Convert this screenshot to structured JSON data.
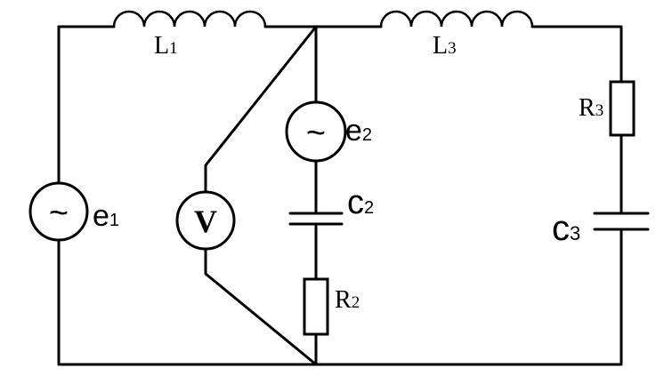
{
  "labels": {
    "l1": {
      "main": "L",
      "sub": "1"
    },
    "l3": {
      "main": "L",
      "sub": "3"
    },
    "r3": {
      "main": "R",
      "sub": "3"
    },
    "c3": {
      "main": "c",
      "sub": "3"
    },
    "e2": {
      "main": "e",
      "sub": "2"
    },
    "c2": {
      "main": "c",
      "sub": "2"
    },
    "r2": {
      "main": "R",
      "sub": "2"
    },
    "e1": {
      "main": "e",
      "sub": "1"
    },
    "voltmeter": "V",
    "source_symbol": "~"
  }
}
